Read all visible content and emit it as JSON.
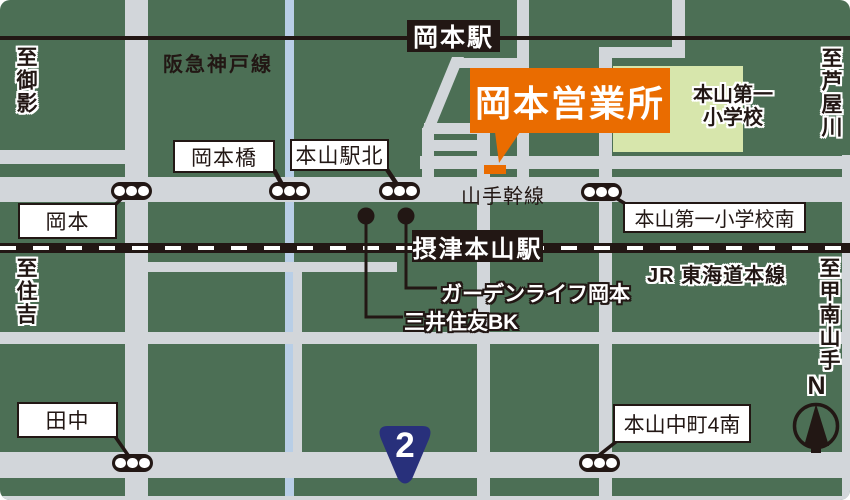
{
  "office": {
    "name": "岡本営業所"
  },
  "stations": {
    "hankyu": "岡本駅",
    "jr": "摂津本山駅"
  },
  "lines": {
    "hankyu": "阪急神戸線",
    "jr": "JR 東海道本線"
  },
  "roads": {
    "yamate": "山手幹線"
  },
  "route": {
    "number": "2"
  },
  "school": {
    "line1": "本山第一",
    "line2": "小学校"
  },
  "intersections": {
    "okamotobashi": "岡本橋",
    "motoyama_eki_kita": "本山駅北",
    "okamoto": "岡本",
    "motoyama_daiichi_minami": "本山第一小学校南",
    "tanaka": "田中",
    "motoyama_nakamachi_4_minami": "本山中町4南"
  },
  "pois": {
    "gardenlife": "ガーデンライフ岡本",
    "smbc": "三井住友BK"
  },
  "directions": {
    "mikage": "至御影",
    "sumiyoshi": "至住吉",
    "ashiyagawa": "至芦屋川",
    "konan_yamate": "至甲南山手"
  },
  "compass": {
    "north": "N"
  },
  "colors": {
    "background_green": "#4c6f55",
    "road_gray": "#d2d6da",
    "river_blue": "#b8cee6",
    "school_green": "#d7e6ac",
    "office_orange": "#ea6c00",
    "rail_black": "#221714",
    "route_shield_navy": "#28307b",
    "label_white": "#ffffff"
  }
}
